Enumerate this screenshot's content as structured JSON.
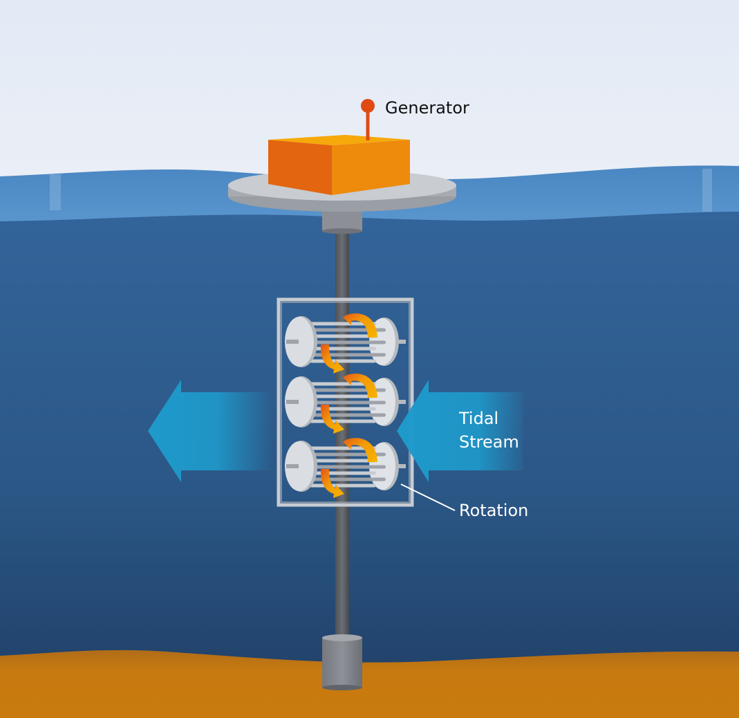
{
  "labels": {
    "generator": "Generator",
    "tidal_stream_line1": "Tidal",
    "tidal_stream_line2": "Stream",
    "rotation": "Rotation"
  },
  "colors": {
    "sky": "#e4ebf5",
    "sea_surface": "#4f8ec8",
    "deep_water": "#2f5f92",
    "seabed": "#c47810",
    "generator_front": "#e36610",
    "generator_side": "#ee8a0c",
    "generator_top": "#f5a80a",
    "tidal_arrow": "#1f9fca",
    "rotation_arrow": "#f5a000",
    "frame": "#c9cdd3"
  }
}
